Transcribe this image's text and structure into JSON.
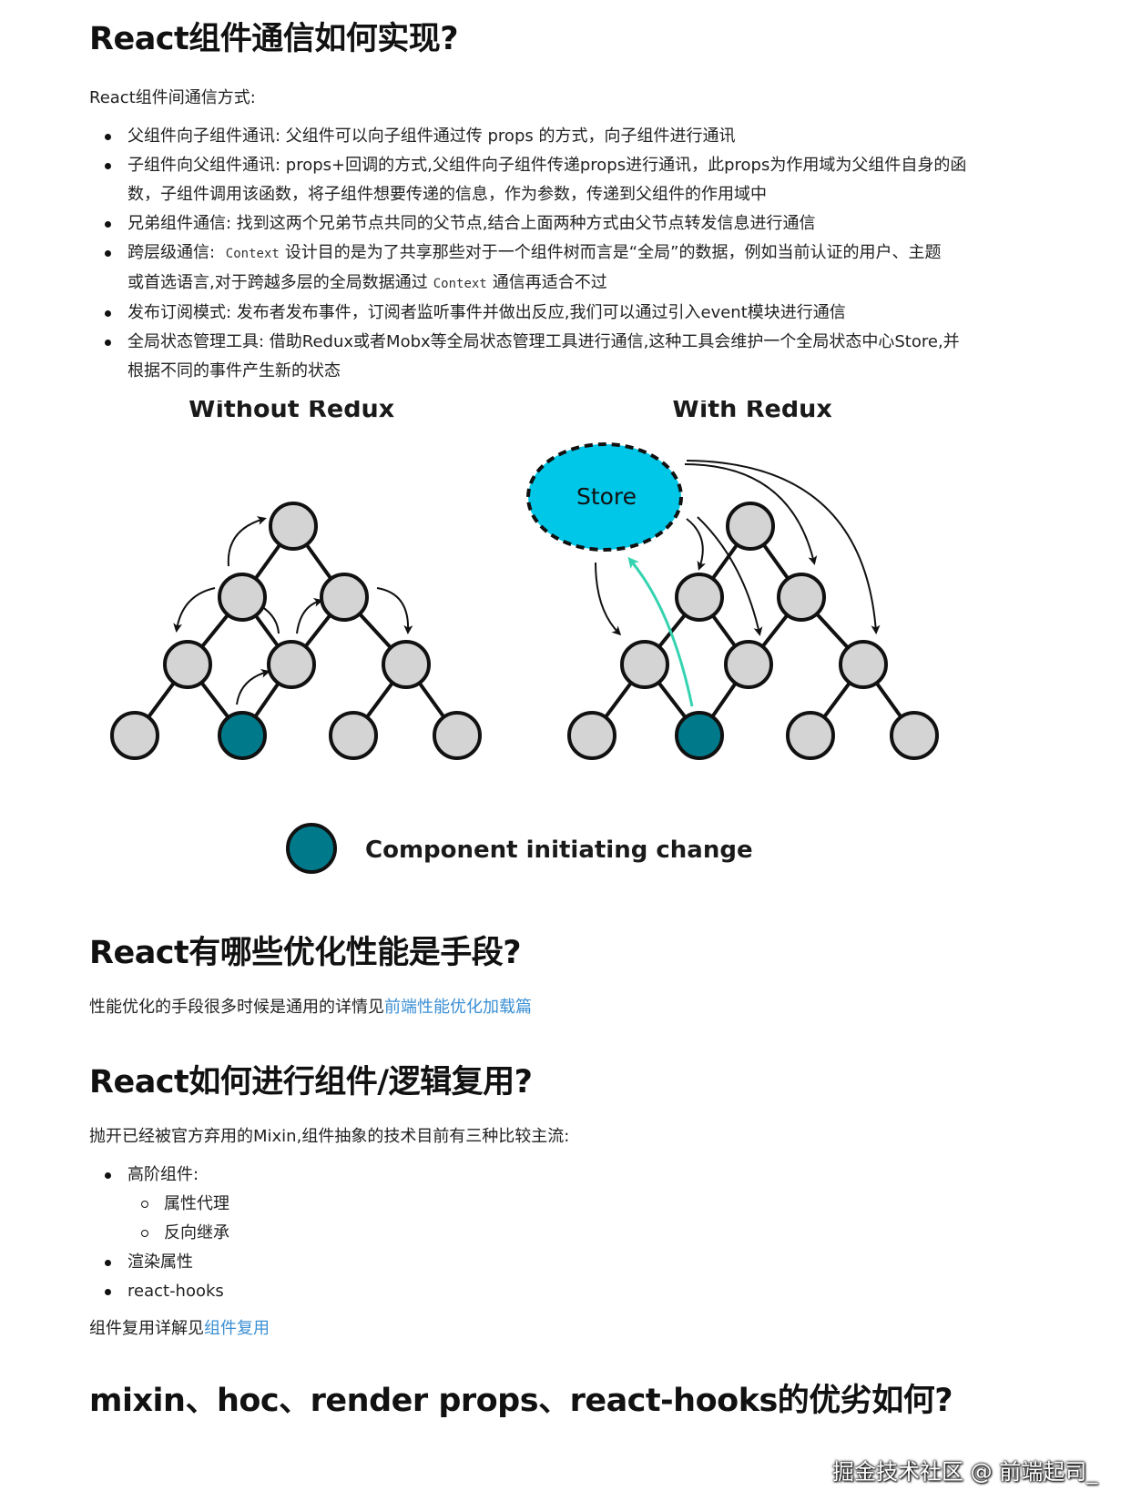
{
  "section1": {
    "title": "React组件通信如何实现?",
    "intro": "React组件间通信方式:",
    "items": {
      "i1": "父组件向子组件通讯: 父组件可以向子组件通过传 props 的方式，向子组件进行通讯",
      "i2a": "子组件向父组件通讯: props+回调的方式,父组件向子组件传递props进行通讯，此props为作用域为父组件自身的函",
      "i2b": "数，子组件调用该函数，将子组件想要传递的信息，作为参数，传递到父组件的作用域中",
      "i3": "兄弟组件通信: 找到这两个兄弟节点共同的父节点,结合上面两种方式由父节点转发信息进行通信",
      "i4a": "跨层级通信: ",
      "i4code": "Context",
      "i4b": "设计目的是为了共享那些对于一个组件树而言是“全局”的数据，例如当前认证的用户、主题",
      "i4c": "或首选语言,对于跨越多层的全局数据通过",
      "i4code2": "Context",
      "i4d": "通信再适合不过",
      "i5": "发布订阅模式: 发布者发布事件，订阅者监听事件并做出反应,我们可以通过引入event模块进行通信",
      "i6a": "全局状态管理工具: 借助Redux或者Mobx等全局状态管理工具进行通信,这种工具会维护一个全局状态中心Store,并",
      "i6b": "根据不同的事件产生新的状态"
    }
  },
  "diagram": {
    "left_title": "Without Redux",
    "right_title": "With Redux",
    "store_label": "Store",
    "legend_label": "Component initiating change",
    "colors": {
      "node": "#d4d4d4",
      "node_stroke": "#111111",
      "initiator": "#007a8a",
      "store": "#00c6e8",
      "store_arrow": "#35d3b0"
    }
  },
  "section2": {
    "title": "React有哪些优化性能是手段?",
    "text": "性能优化的手段很多时候是通用的详情见",
    "link": "前端性能优化加载篇"
  },
  "section3": {
    "title": "React如何进行组件/逻辑复用?",
    "intro": "抛开已经被官方弃用的Mixin,组件抽象的技术目前有三种比较主流:",
    "items": {
      "hoc": "高阶组件:",
      "sub1": "属性代理",
      "sub2": "反向继承",
      "render": "渲染属性",
      "hooks": "react-hooks"
    },
    "more_text": "组件复用详解见",
    "more_link": "组件复用"
  },
  "section4": {
    "title": "mixin、hoc、render props、react-hooks的优劣如何?"
  },
  "watermark": "掘金技术社区 @ 前端起司_"
}
